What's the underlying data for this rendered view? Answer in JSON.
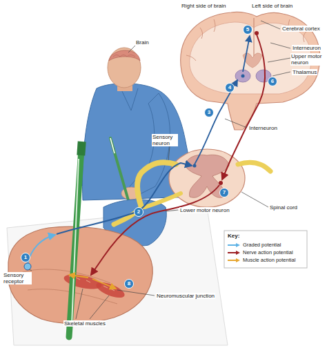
{
  "diagram": {
    "labels": [
      "Brain",
      "Right side of brain",
      "Left side of brain",
      "5",
      "Cerebral cortex",
      "Interneuron",
      "Upper motor neuron",
      "Thalamus",
      "4",
      "6",
      "3",
      "Interneuron",
      "Sensory neuron",
      "2",
      "7",
      "Lower motor neuron",
      "Spinal cord",
      "Key:",
      "1",
      "Sensory receptor",
      "8",
      "Neuromuscular junction",
      "Skeletal muscles"
    ],
    "legend": [
      {
        "text": "Graded potential"
      },
      {
        "text": "Nerve action potential"
      },
      {
        "text": "Muscle action potential"
      }
    ]
  }
}
